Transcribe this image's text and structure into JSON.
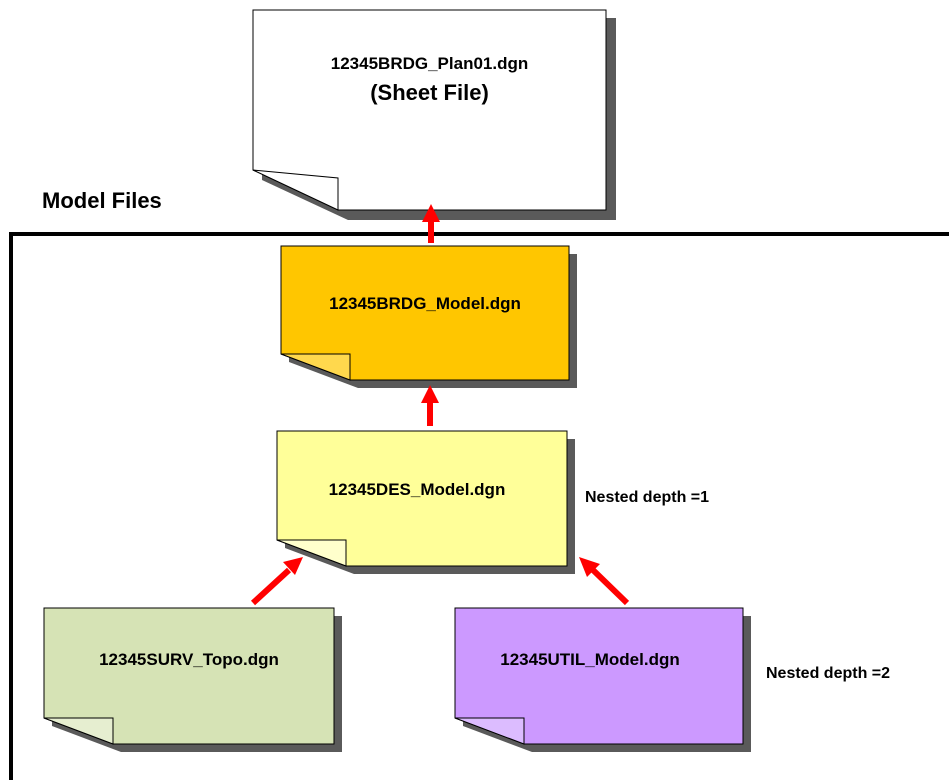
{
  "section_label": "Model Files",
  "documents": {
    "sheet": {
      "name": "12345BRDG_Plan01.dgn",
      "subtitle": "(Sheet File)",
      "fill": "#ffffff"
    },
    "brdg_model": {
      "name": "12345BRDG_Model.dgn",
      "fill": "#ffc600"
    },
    "des_model": {
      "name": "12345DES_Model.dgn",
      "fill": "#ffff99"
    },
    "surv_topo": {
      "name": "12345SURV_Topo.dgn",
      "fill": "#d6e3b5"
    },
    "util_model": {
      "name": "12345UTIL_Model.dgn",
      "fill": "#cc99ff"
    }
  },
  "annotations": {
    "depth1": "Nested depth =1",
    "depth2": "Nested depth =2"
  },
  "colors": {
    "arrow": "#ff0000",
    "shadow": "#5a5a5a",
    "outline": "#000000"
  }
}
